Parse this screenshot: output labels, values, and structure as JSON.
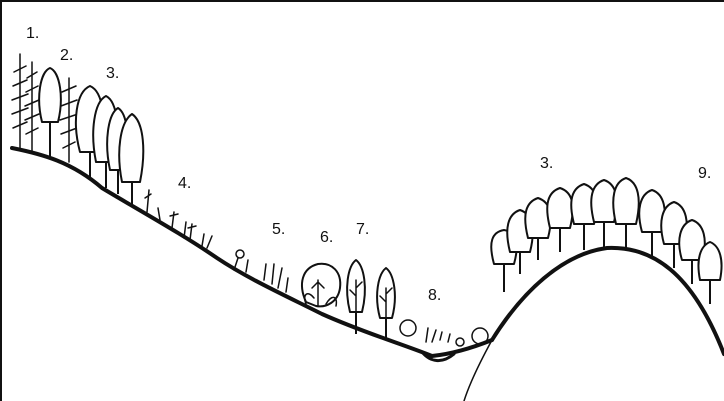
{
  "labels": [
    "1.",
    "2.",
    "3.",
    "4.",
    "5.",
    "6.",
    "7.",
    "8.",
    "3.",
    "9."
  ],
  "colors": {
    "ink": "#111111",
    "paper": "#ffffff"
  }
}
